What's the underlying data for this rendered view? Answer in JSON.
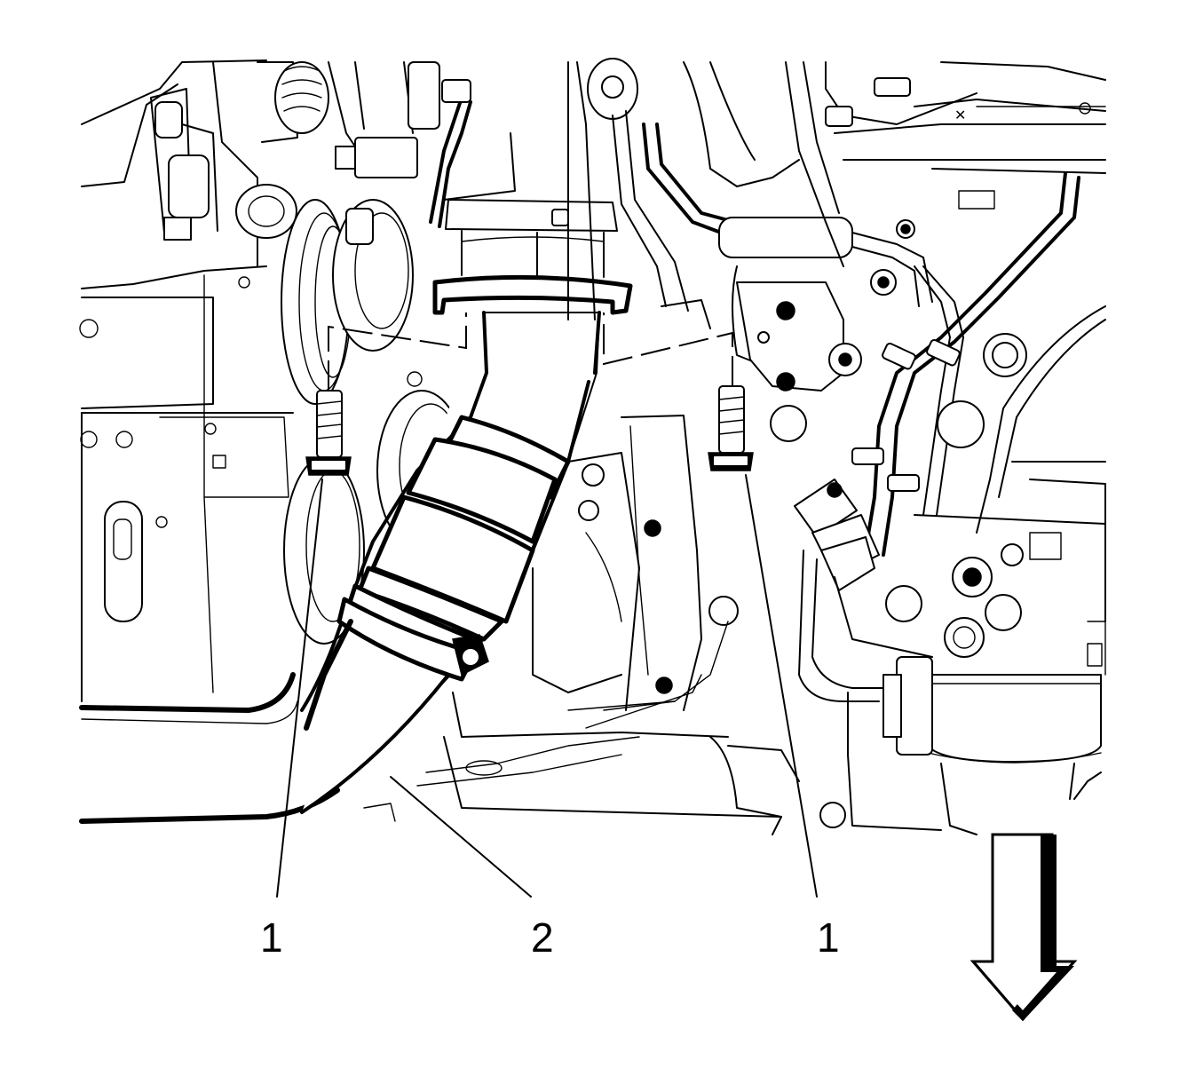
{
  "callouts": [
    {
      "id": "1",
      "label": "1",
      "part": "bolt-left"
    },
    {
      "id": "2",
      "label": "2",
      "part": "hose"
    },
    {
      "id": "3",
      "label": "1",
      "part": "bolt-right"
    }
  ],
  "icons": {
    "direction_arrow": "down-arrow-icon"
  },
  "colors": {
    "line": "#000000",
    "background": "#ffffff"
  }
}
